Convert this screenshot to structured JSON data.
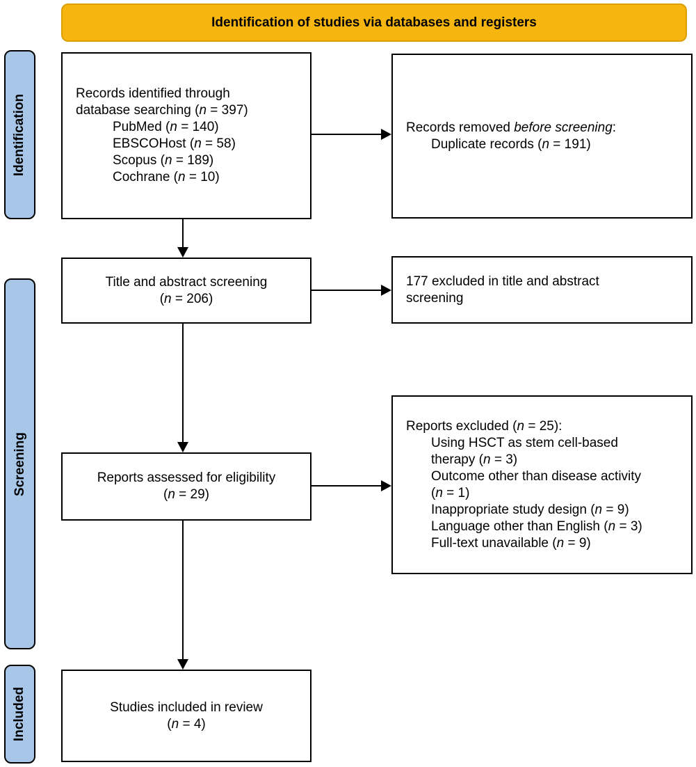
{
  "colors": {
    "banner_fill": "#F6B60F",
    "banner_border": "#DC9E05",
    "sidebar_fill": "#A8C7E8",
    "box_border": "#000000"
  },
  "banner": {
    "label": "Identification of studies via databases and registers"
  },
  "sidebar": {
    "items": [
      {
        "label": "Identification"
      },
      {
        "label": "Screening"
      },
      {
        "label": "Included"
      }
    ]
  },
  "boxes": {
    "records_identified": {
      "lines": [
        {
          "text": "Records identified through",
          "indent": 0
        },
        {
          "text": "database searching (*n* = 397)",
          "indent": 0
        },
        {
          "text": "PubMed (*n* = 140)",
          "indent": 1
        },
        {
          "text": "EBSCOHost (*n* = 58)",
          "indent": 1
        },
        {
          "text": "Scopus (*n* = 189)",
          "indent": 1
        },
        {
          "text": "Cochrane (*n* = 10)",
          "indent": 1
        }
      ]
    },
    "records_removed": {
      "lines": [
        {
          "text": "Records removed *before screening*:",
          "indent": 0
        },
        {
          "text": "Duplicate records (*n* = 191)",
          "indent": 1
        }
      ]
    },
    "title_abstract_screening": {
      "lines": [
        {
          "text": "Title and abstract screening",
          "indent": 0
        },
        {
          "text": "(*n* = 206)",
          "indent": 0
        }
      ]
    },
    "excluded_title_abstract": {
      "lines": [
        {
          "text": "177 excluded in title and abstract",
          "indent": 0
        },
        {
          "text": "screening",
          "indent": 0
        }
      ]
    },
    "reports_assessed": {
      "lines": [
        {
          "text": "Reports assessed for eligibility",
          "indent": 0
        },
        {
          "text": "(*n* = 29)",
          "indent": 0
        }
      ]
    },
    "reports_excluded": {
      "lines": [
        {
          "text": "Reports excluded (*n* = 25):",
          "indent": 0
        },
        {
          "text": "Using HSCT as stem cell-based",
          "indent": 1
        },
        {
          "text": "therapy (*n* = 3)",
          "indent": 1
        },
        {
          "text": "Outcome other than disease activity",
          "indent": 1
        },
        {
          "text": "(*n* = 1)",
          "indent": 1
        },
        {
          "text": "Inappropriate study design (*n* = 9)",
          "indent": 1
        },
        {
          "text": "Language other than English (*n* = 3)",
          "indent": 1
        },
        {
          "text": "Full-text unavailable (*n* = 9)",
          "indent": 1
        }
      ]
    },
    "studies_included": {
      "lines": [
        {
          "text": "Studies included in review",
          "indent": 0
        },
        {
          "text": "(*n* = 4)",
          "indent": 0
        }
      ]
    }
  }
}
